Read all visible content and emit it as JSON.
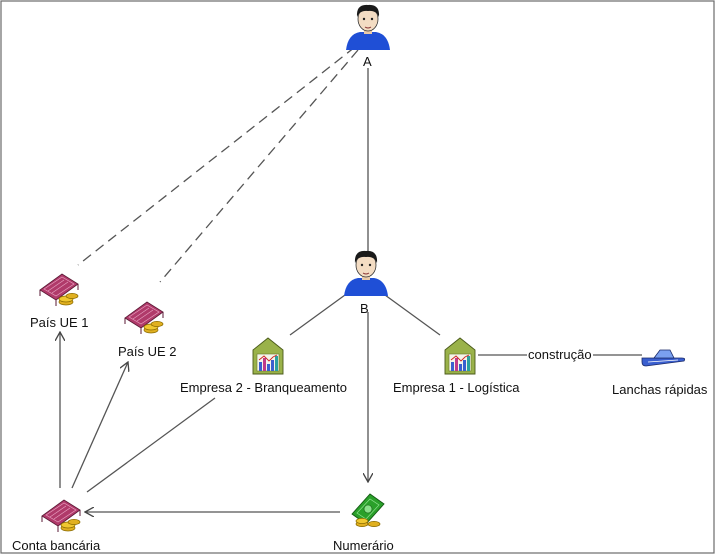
{
  "nodes": {
    "person_a": {
      "label": "A",
      "icon": "person-icon"
    },
    "person_b": {
      "label": "B",
      "icon": "person-icon"
    },
    "pais_ue_1": {
      "label": "País UE 1",
      "icon": "bank-coins-icon"
    },
    "pais_ue_2": {
      "label": "País UE 2",
      "icon": "bank-coins-icon"
    },
    "empresa_2": {
      "label": "Empresa 2 - Branqueamento",
      "icon": "factory-chart-icon"
    },
    "empresa_1": {
      "label": "Empresa 1 - Logística",
      "icon": "factory-chart-icon"
    },
    "lanchas": {
      "label": "Lanchas rápidas",
      "icon": "speedboat-icon"
    },
    "conta": {
      "label": "Conta bancária",
      "icon": "bank-coins-icon"
    },
    "numerario": {
      "label": "Numerário",
      "icon": "cash-coins-icon"
    }
  },
  "edges": {
    "empresa1_lanchas": {
      "label": "construção"
    }
  },
  "colors": {
    "line": "#555555",
    "person_shirt": "#1f4fd6",
    "bank_roof": "#b03a6a",
    "coin": "#e0b020",
    "building": "#6a8a2a",
    "chart_bar": "#3a5fcf",
    "money": "#2aa02a",
    "boat": "#3a5fcf"
  }
}
